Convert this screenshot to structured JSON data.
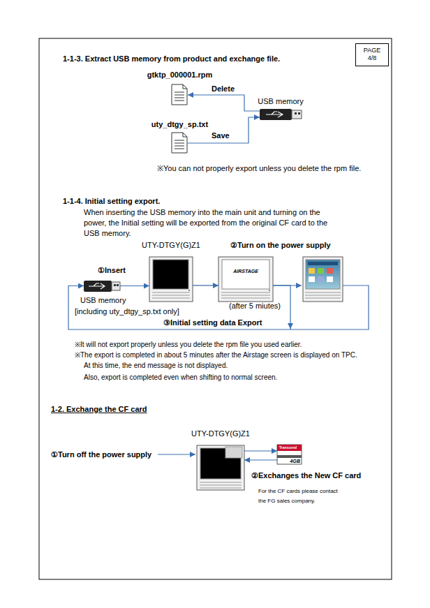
{
  "diagram": {
    "nodes": [
      {
        "text": [
          "PAGE 4/8"
        ]
      },
      {
        "text": [
          "gtktp_000001.rpm"
        ]
      },
      {
        "text": [
          "uty_dtgy_sp.txt"
        ]
      },
      {
        "text": [
          "USB memory"
        ]
      },
      {
        "text": [
          "USB memory",
          "[including uty_dtgy_sp.txt only]"
        ]
      },
      {
        "text": [
          "UTY-DTGY(G)Z1"
        ]
      },
      {
        "text": [
          "②Turn on the power supply",
          "AIRSTAGE"
        ]
      },
      {
        "text": [
          "UTY-DTGY(G)Z1"
        ]
      },
      {
        "text": [
          "Transcend",
          "4GB"
        ]
      }
    ],
    "edges": [
      {
        "from": 3,
        "to": 1,
        "arrow": "to",
        "label": "Delete"
      },
      {
        "from": 2,
        "to": 3,
        "arrow": "to",
        "label": "Save"
      },
      {
        "from": 4,
        "to": 5,
        "arrow": "to",
        "label": "①Insert"
      },
      {
        "from": 5,
        "to": 6,
        "arrow": "to"
      },
      {
        "from": 6,
        "to": 4,
        "arrow": "to",
        "label": "③Initial setting data Export"
      },
      {
        "from": 7,
        "to": 8,
        "arrow": "to"
      },
      {
        "from": 8,
        "to": 7,
        "arrow": "to"
      }
    ],
    "labels": [
      "1-1-3. Extract USB memory from product and exchange file.",
      "※You can not properly export unless you delete the rpm file.",
      "1-1-4. Initial setting export.",
      "When inserting the USB memory into the main unit and turning on the power, the Initial setting will be exported from the original CF card to the USB memory.",
      "(after 5 miutes)",
      "※It will not export properly unless you delete the rpm file you used earlier.",
      "※The export is completed in about 5 minutes after the Airstage screen is displayed on TPC.",
      "At this time, the end message is not displayed.",
      "Also, export is completed even when shifting to normal screen.",
      "1-2. Exchange the CF card",
      "①Turn off the power supply",
      "②Exchanges the New CF card",
      "For the CF cards please contact the FG sales company."
    ]
  }
}
